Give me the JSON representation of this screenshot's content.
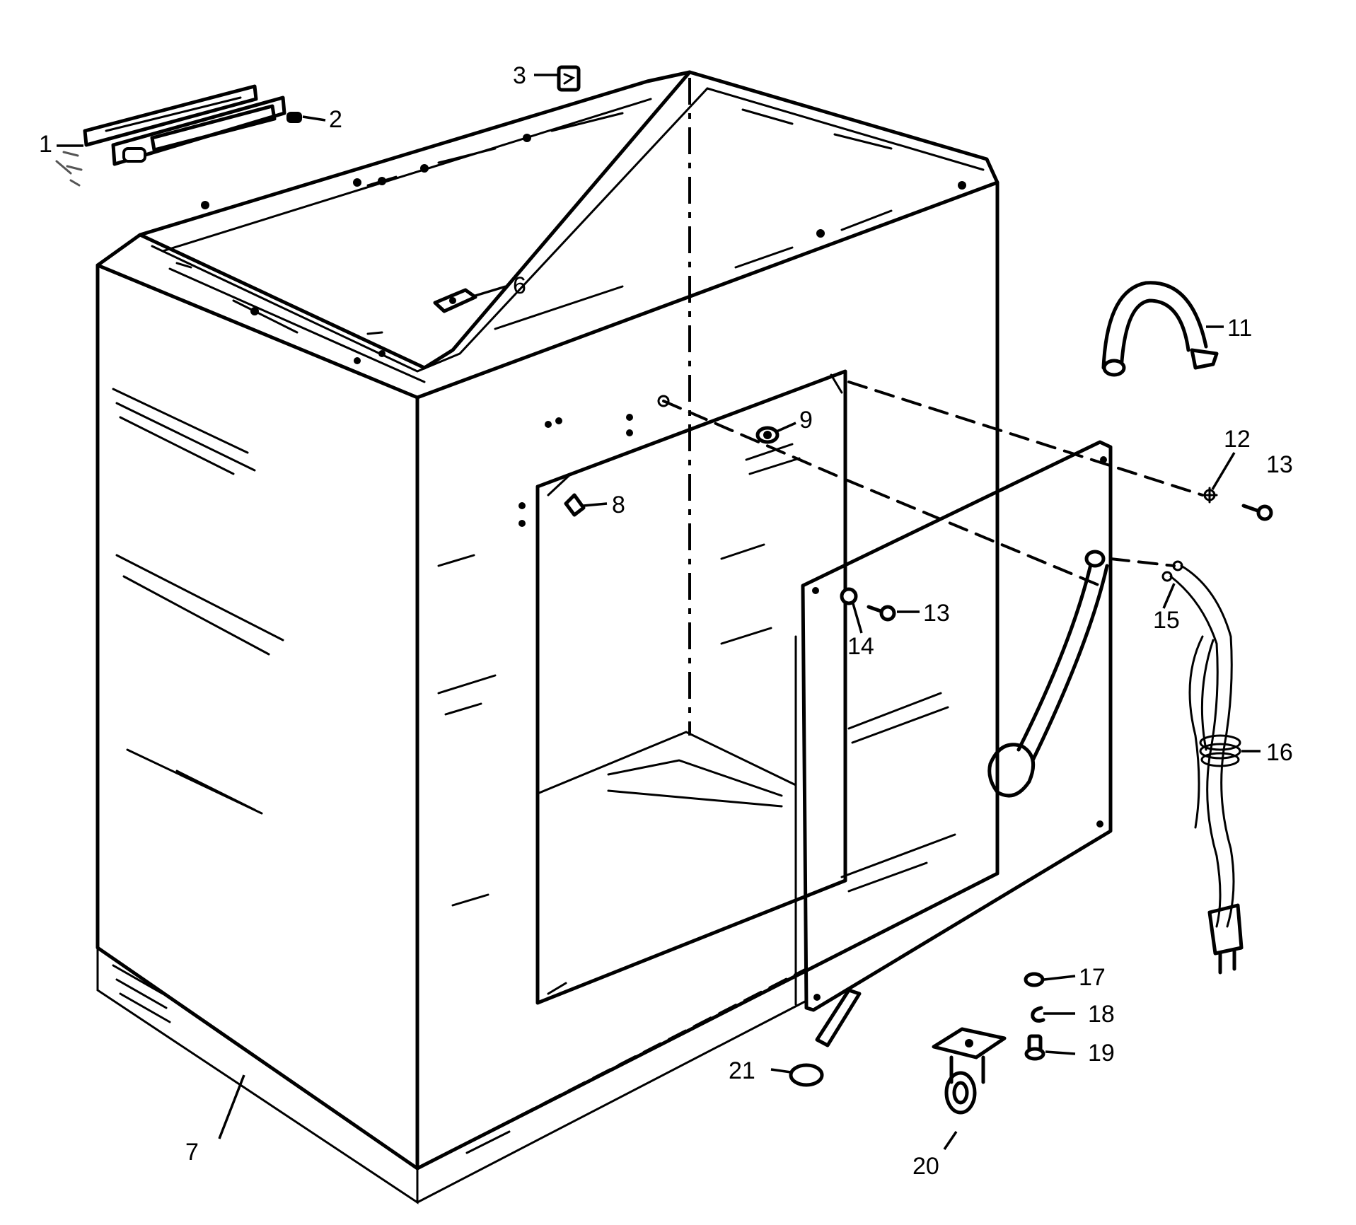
{
  "callouts": [
    {
      "id": "1",
      "text": "1"
    },
    {
      "id": "2",
      "text": "2"
    },
    {
      "id": "3",
      "text": "3"
    },
    {
      "id": "6",
      "text": "6"
    },
    {
      "id": "7",
      "text": "7"
    },
    {
      "id": "8",
      "text": "8"
    },
    {
      "id": "9",
      "text": "9"
    },
    {
      "id": "11",
      "text": "11"
    },
    {
      "id": "12",
      "text": "12"
    },
    {
      "id": "13a",
      "text": "13"
    },
    {
      "id": "13b",
      "text": "13"
    },
    {
      "id": "14",
      "text": "14"
    },
    {
      "id": "15",
      "text": "15"
    },
    {
      "id": "16",
      "text": "16"
    },
    {
      "id": "17",
      "text": "17"
    },
    {
      "id": "18",
      "text": "18"
    },
    {
      "id": "19",
      "text": "19"
    },
    {
      "id": "20",
      "text": "20"
    },
    {
      "id": "21",
      "text": "21"
    }
  ]
}
